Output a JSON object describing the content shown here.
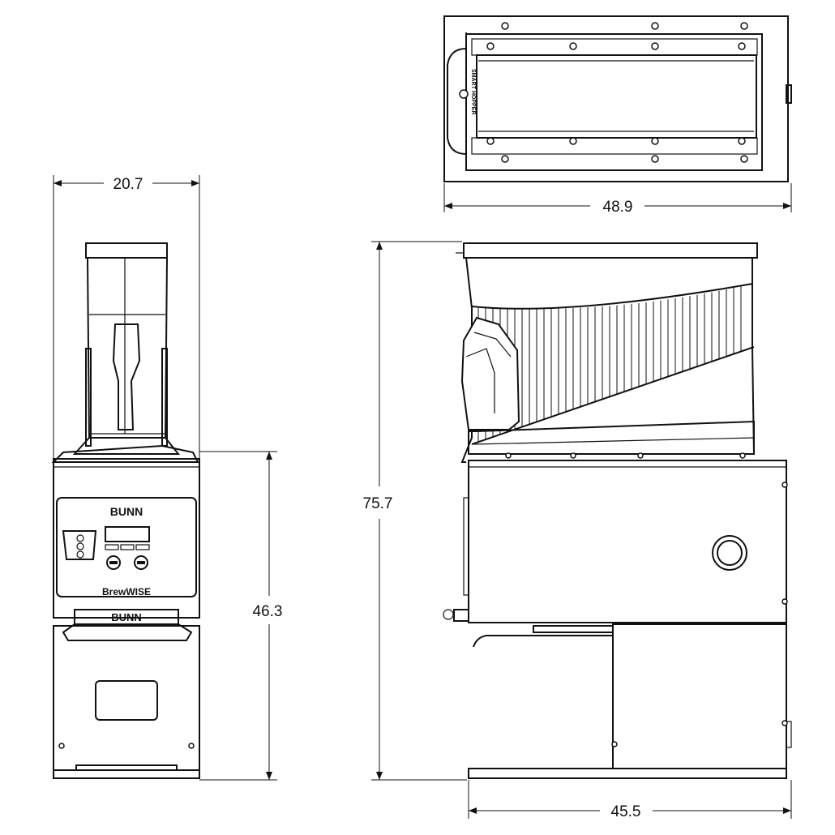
{
  "dimensions": {
    "front_width": "20.7",
    "top_width": "48.9",
    "total_height": "75.7",
    "base_height": "46.3",
    "side_depth": "45.5"
  },
  "labels": {
    "brand_panel": "BUNN",
    "brand_lower": "BUNN",
    "brewwise": "BrewWISE",
    "hopper": "SMART HOPPER"
  }
}
